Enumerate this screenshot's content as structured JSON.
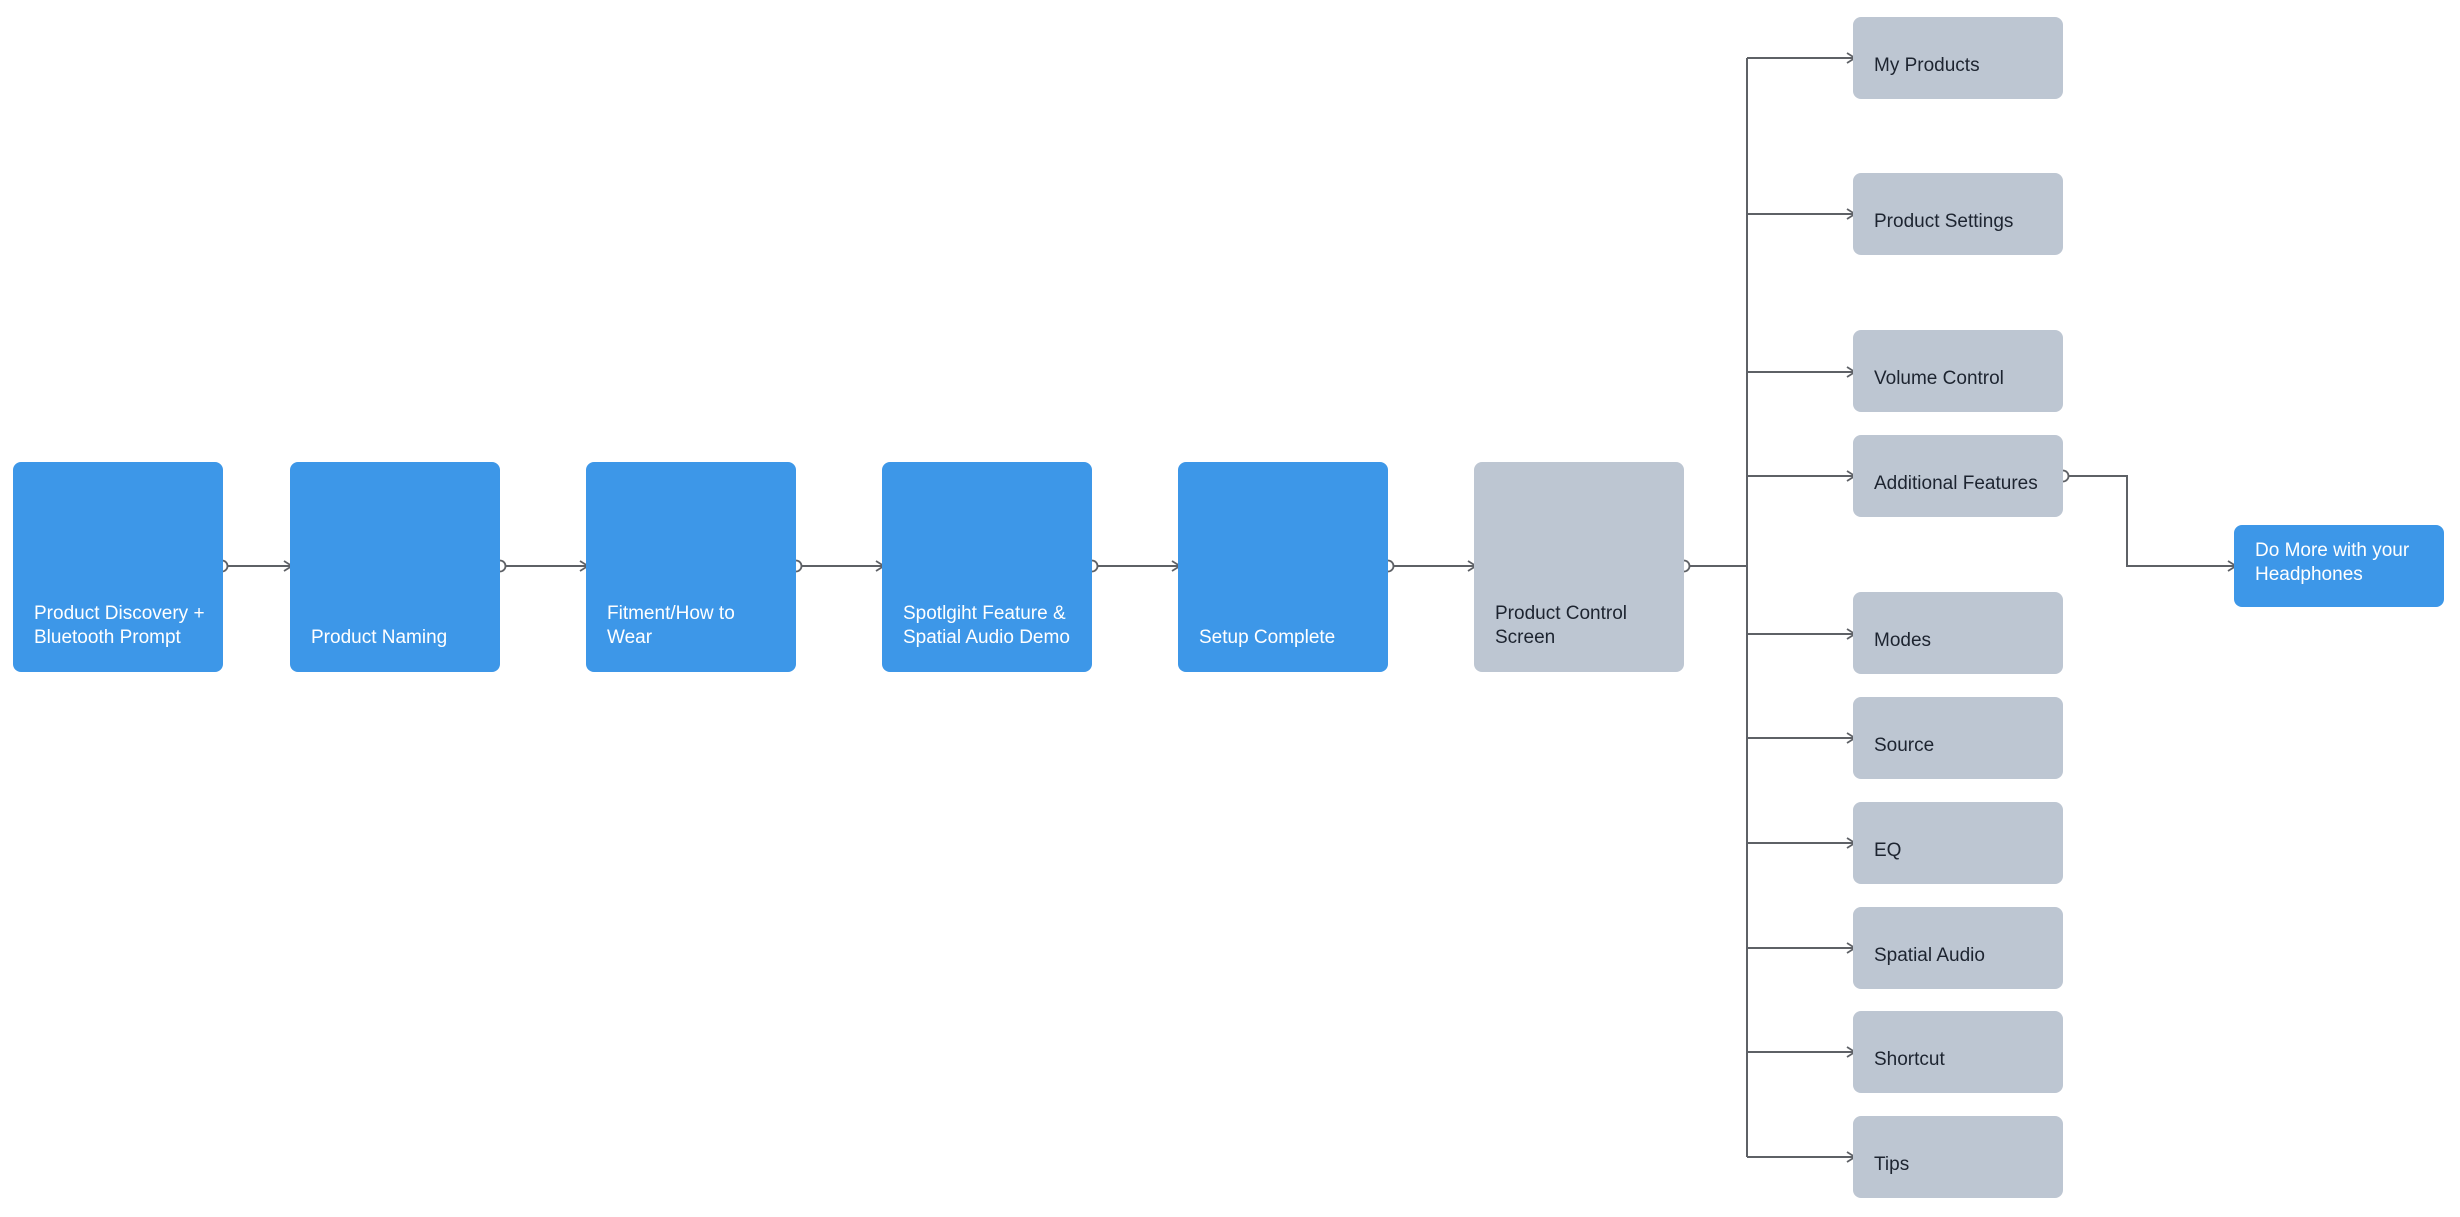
{
  "colors": {
    "primary_blue": "#3d97e8",
    "secondary_grey": "#bdc6d2",
    "connector": "#5e6166"
  },
  "flow": {
    "steps": [
      {
        "label": "Product Discovery + Bluetooth Prompt",
        "style": "blue"
      },
      {
        "label": "Product Naming",
        "style": "blue"
      },
      {
        "label": "Fitment/How to Wear",
        "style": "blue"
      },
      {
        "label": "Spotlgiht Feature & Spatial Audio Demo",
        "style": "blue"
      },
      {
        "label": "Setup Complete",
        "style": "blue"
      },
      {
        "label": "Product Control Screen",
        "style": "grey"
      }
    ],
    "branches": [
      {
        "label": "My Products"
      },
      {
        "label": "Product Settings"
      },
      {
        "label": "Volume Control"
      },
      {
        "label": "Additional Features"
      },
      {
        "label": "Modes"
      },
      {
        "label": "Source"
      },
      {
        "label": "EQ"
      },
      {
        "label": "Spatial Audio"
      },
      {
        "label": "Shortcut"
      },
      {
        "label": "Tips"
      }
    ],
    "extra": {
      "label": "Do More with your Headphones",
      "style": "blue"
    }
  }
}
